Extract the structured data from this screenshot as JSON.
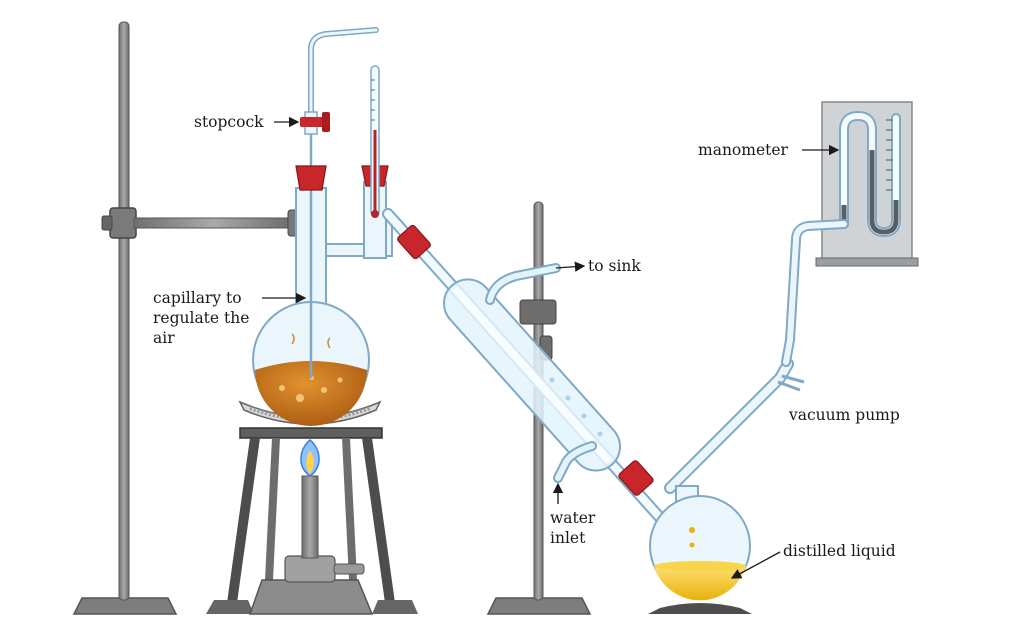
{
  "labels": {
    "stopcock": "stopcock",
    "capillary": "capillary to regulate the air",
    "manometer": "manometer",
    "to_sink": "to sink",
    "vacuum_pump": "vacuum pump",
    "water_inlet": "water inlet",
    "distilled_liquid": "distilled liquid"
  },
  "colors": {
    "stand_metal": "#8a8a8a",
    "glass_outline": "#7fa9c4",
    "glass_fill": "#eaf6fc",
    "stopper_red": "#c9262c",
    "boiling_liquid": "#c8741a",
    "distillate": "#f1c21c",
    "flame_blue": "#3b82d6",
    "flame_yellow": "#ffd34d",
    "manometer_board": "#cfd3d6"
  }
}
